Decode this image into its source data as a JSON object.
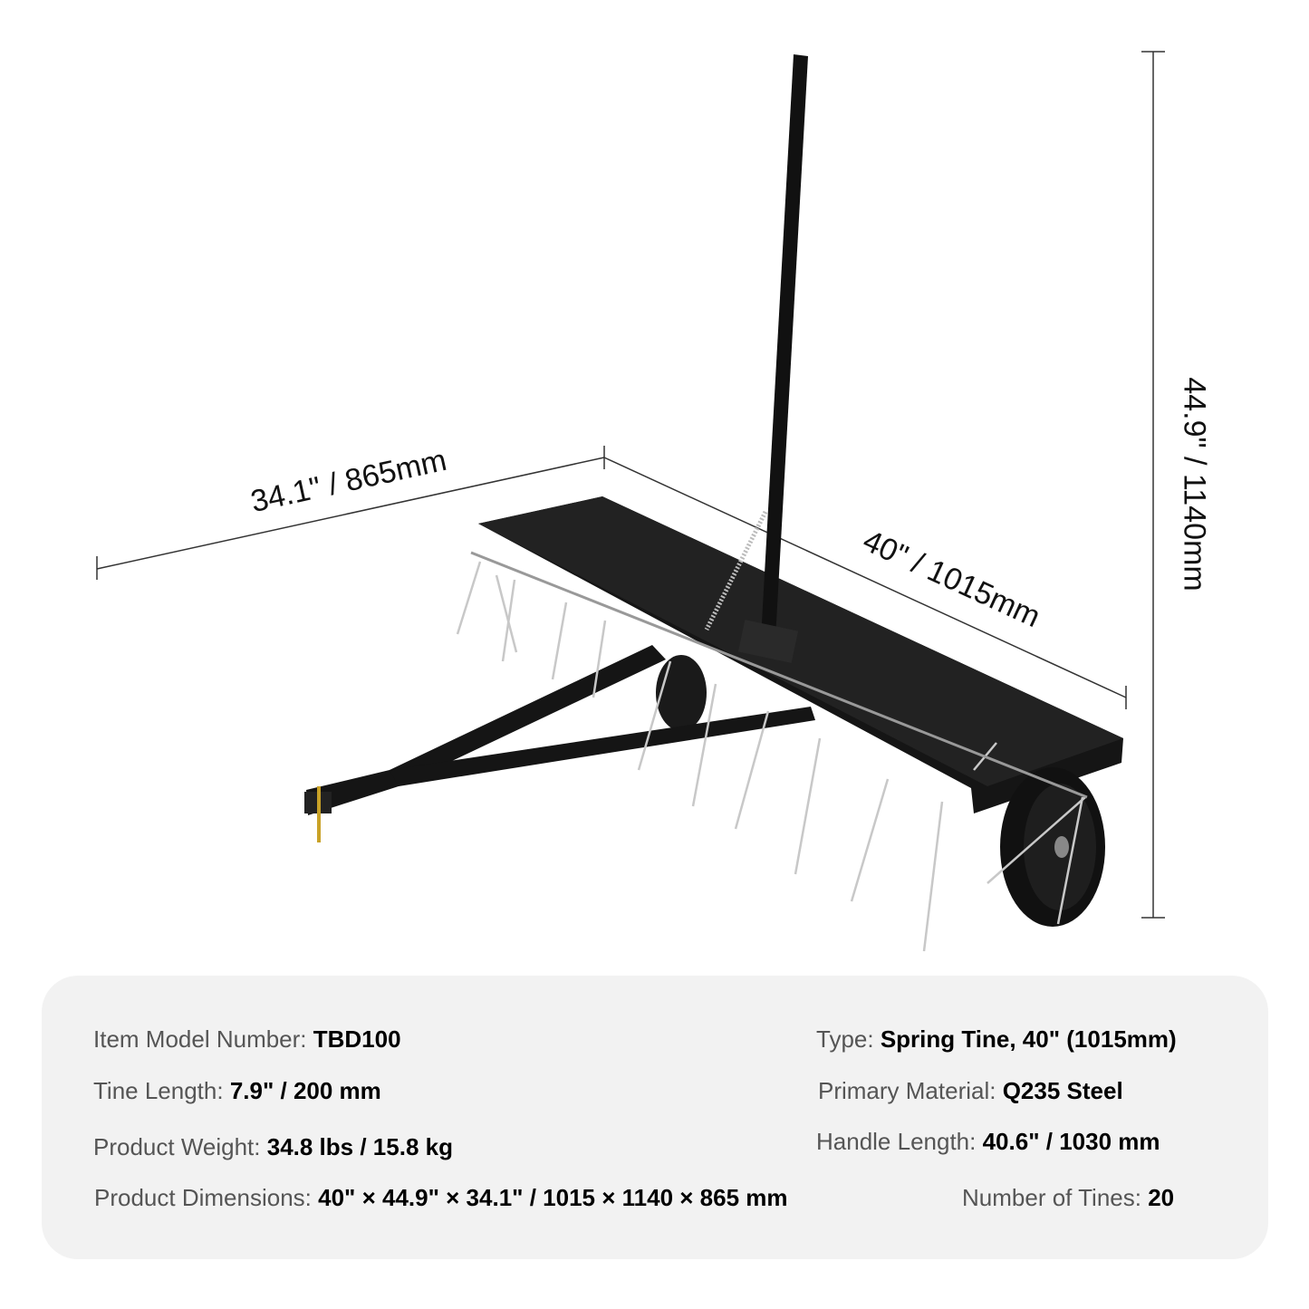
{
  "dimensions": {
    "depth": "34.1\" / 865mm",
    "width": "40\" / 1015mm",
    "height": "44.9\" / 1140mm"
  },
  "colors": {
    "product": "#111111",
    "tines": "#c8c8c8",
    "panel": "#f2f2f2"
  },
  "specs": {
    "model": {
      "label": "Item Model Number: ",
      "value": "TBD100"
    },
    "type": {
      "label": "Type: ",
      "value": "Spring Tine, 40\" (1015mm)"
    },
    "tine_length": {
      "label": "Tine Length: ",
      "value": "7.9\" / 200 mm"
    },
    "material": {
      "label": "Primary Material: ",
      "value": "Q235 Steel"
    },
    "weight": {
      "label": "Product Weight: ",
      "value": "34.8 lbs / 15.8 kg"
    },
    "handle_length": {
      "label": "Handle Length: ",
      "value": "40.6\" / 1030 mm"
    },
    "dimensions": {
      "label": "Product Dimensions: ",
      "value": "40\" × 44.9\" × 34.1\" / 1015 × 1140 × 865 mm"
    },
    "tines": {
      "label": "Number of Tines: ",
      "value": "20"
    }
  }
}
